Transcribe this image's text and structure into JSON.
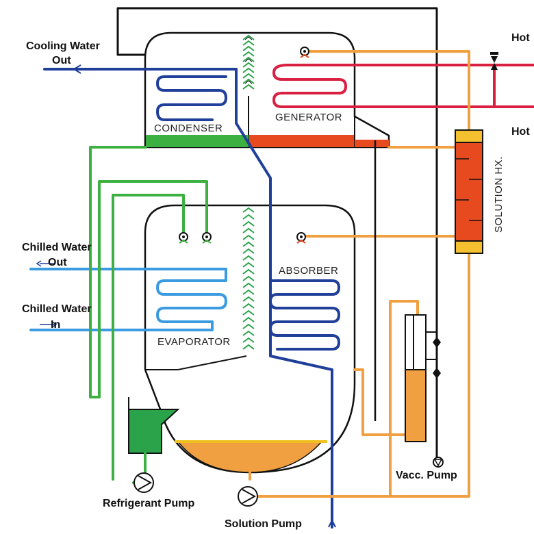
{
  "labels": {
    "cooling_water_out_1": "Cooling Water",
    "cooling_water_out_2": "Out",
    "hot_top": "Hot",
    "hot_bottom": "Hot",
    "condenser": "CONDENSER",
    "generator": "GENERATOR",
    "solution_hx": "SOLUTION HX.",
    "chilled_out_1": "Chilled Water",
    "chilled_out_2": "Out",
    "chilled_in_1": "Chilled Water",
    "chilled_in_2": "In",
    "absorber": "ABSORBER",
    "evaporator": "EVAPORATOR",
    "vacc_pump": "Vacc. Pump",
    "refrigerant_pump": "Refrigerant Pump",
    "solution_pump": "Solution Pump"
  },
  "colors": {
    "cooling_water": "#1f3f9a",
    "chilled_water": "#3a9be0",
    "hot_water": "#d82040",
    "refrigerant": "#3cb040",
    "solution": "#f0a040",
    "solution_hot": "#e84a20",
    "vessel": "#111111",
    "hx_header": "#f5c030"
  }
}
